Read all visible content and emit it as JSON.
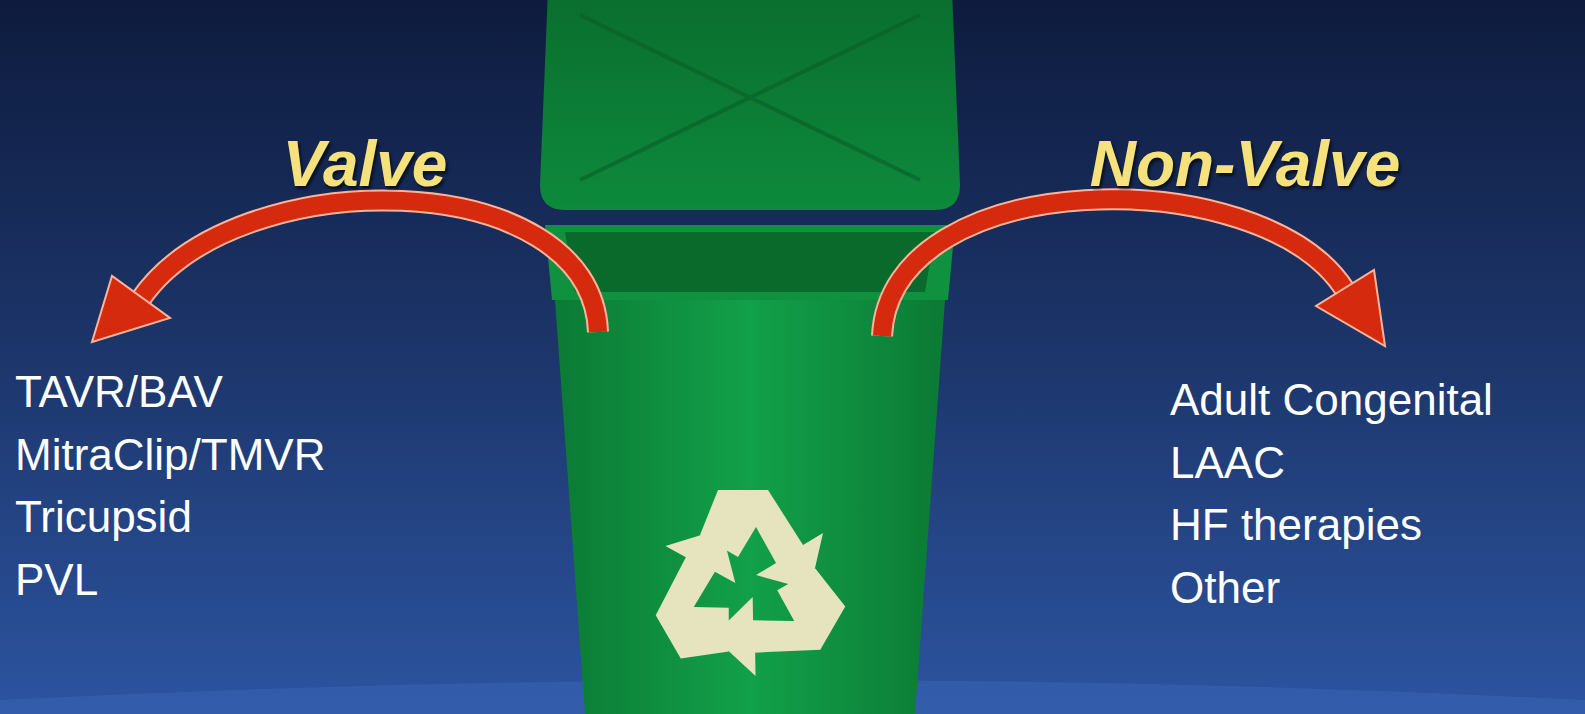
{
  "diagram": {
    "labels": [
      "Valve",
      "Non-Valve",
      "TAVR/BAV",
      "MitraClip/TMVR",
      "Tricupsid",
      "PVL",
      "Adult Congenital",
      "LAAC",
      "HF therapies",
      "Other"
    ]
  }
}
